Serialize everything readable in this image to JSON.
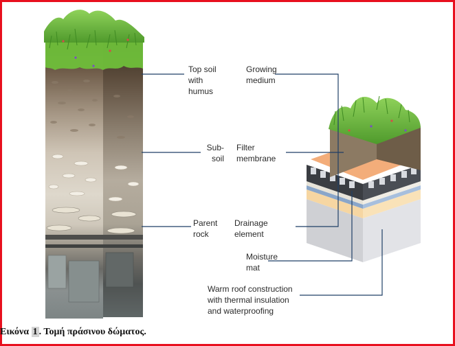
{
  "labels": {
    "top_soil": "Top soil\nwith\nhumus",
    "growing_medium": "Growing\nmedium",
    "sub_soil": "Sub-\nsoil",
    "filter_membrane": "Filter\nmembrane",
    "parent_rock": "Parent\nrock",
    "drainage_element": "Drainage\nelement",
    "moisture_mat": "Moisture\nmat",
    "warm_roof": "Warm roof construction\nwith thermal insulation\nand waterproofing"
  },
  "caption": {
    "prefix": "Εικόνα ",
    "number": "1",
    "text": ". Τομή πράσινου δώματος."
  },
  "colors": {
    "border": "#e8101e",
    "leader_line": "#1f3f66",
    "grass": "#6bbf3a"
  }
}
